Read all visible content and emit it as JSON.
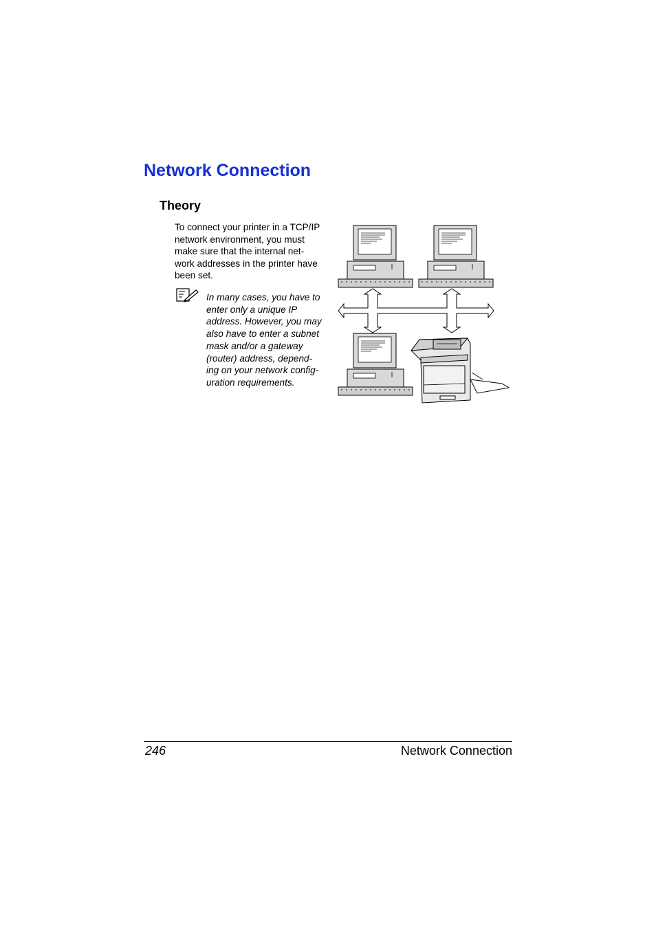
{
  "page": {
    "title": "Network Connection",
    "section_heading": "Theory",
    "body_lines": [
      "To connect your printer in a TCP/IP",
      "network environment, you must",
      "make sure that the internal net-",
      "work addresses in the printer have",
      "been set."
    ],
    "note_lines": [
      "In many cases, you have to",
      "enter only a unique IP",
      "address. However, you may",
      "also have to enter a subnet",
      "mask and/or a gateway",
      "(router) address, depend-",
      "ing on your network config-",
      "uration requirements."
    ]
  },
  "diagram": {
    "computers": 3,
    "printer": 1,
    "icon": "note-pencil-icon"
  },
  "footer": {
    "page_number": "246",
    "chapter": "Network Connection"
  }
}
